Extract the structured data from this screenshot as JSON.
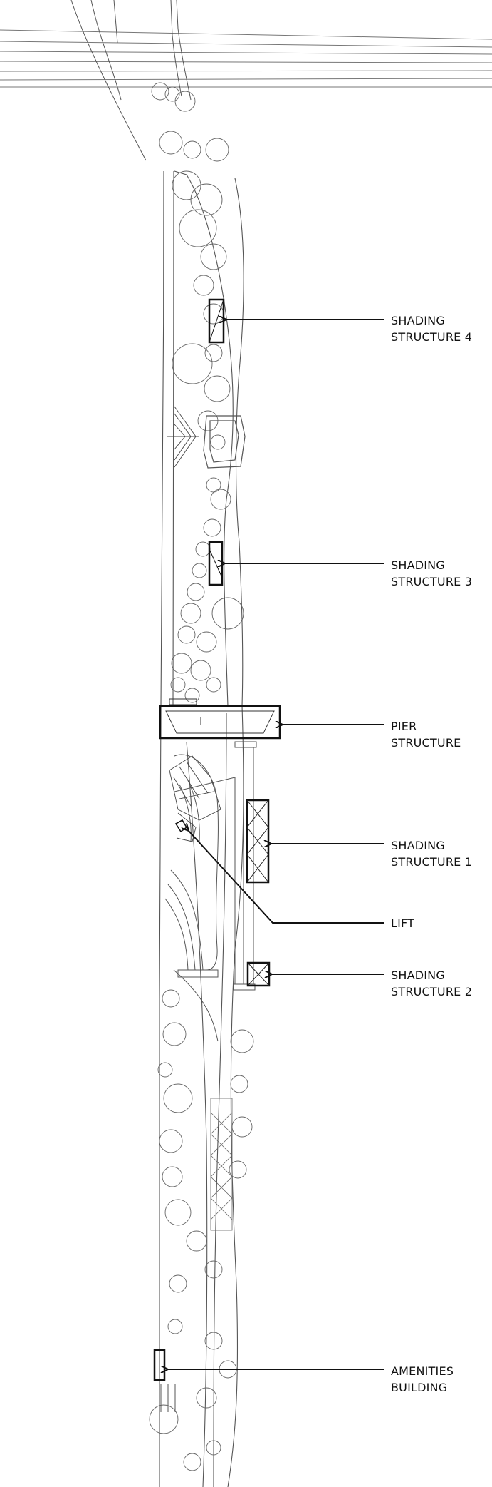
{
  "labels": {
    "shading4": {
      "line1": "SHADING",
      "line2": "STRUCTURE 4"
    },
    "shading3": {
      "line1": "SHADING",
      "line2": "STRUCTURE 3"
    },
    "pier": {
      "line1": "PIER",
      "line2": "STRUCTURE"
    },
    "shading1": {
      "line1": "SHADING",
      "line2": "STRUCTURE 1"
    },
    "lift": {
      "line1": "LIFT"
    },
    "shading2": {
      "line1": "SHADING",
      "line2": "STRUCTURE 2"
    },
    "amenities": {
      "line1": "AMENITIES",
      "line2": "BUILDING"
    }
  },
  "colors": {
    "ink": "#111111",
    "line": "#555555",
    "faint": "#8a8a8a"
  }
}
